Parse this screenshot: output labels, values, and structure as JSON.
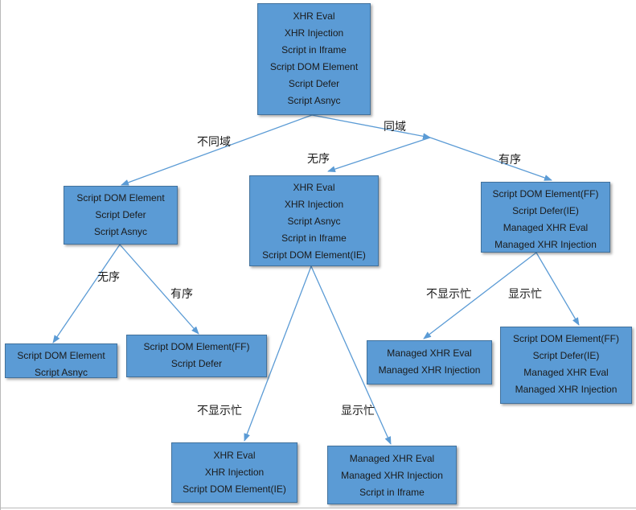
{
  "colors": {
    "node_fill": "#5b9bd5",
    "node_border": "#41719c",
    "edge": "#5b9bd5",
    "text": "#1a1a1a"
  },
  "nodes": {
    "root": {
      "lines": [
        "XHR Eval",
        "XHR Injection",
        "Script in Iframe",
        "Script DOM Element",
        "Script Defer",
        "Script Asnyc"
      ]
    },
    "cross_domain": {
      "lines": [
        "Script DOM Element",
        "Script Defer",
        "Script Asnyc"
      ]
    },
    "cross_unordered": {
      "lines": [
        "Script DOM Element",
        "Script Asnyc"
      ]
    },
    "cross_ordered": {
      "lines": [
        "Script DOM Element(FF)",
        "Script Defer"
      ]
    },
    "same_unordered": {
      "lines": [
        "XHR Eval",
        "XHR Injection",
        "Script Asnyc",
        "Script in Iframe",
        "Script DOM Element(IE)"
      ]
    },
    "same_unordered_nobusy": {
      "lines": [
        "XHR Eval",
        "XHR Injection",
        "Script DOM Element(IE)"
      ]
    },
    "same_unordered_busy": {
      "lines": [
        "Managed XHR Eval",
        "Managed XHR Injection",
        "Script in Iframe"
      ]
    },
    "same_ordered": {
      "lines": [
        "Script DOM Element(FF)",
        "Script Defer(IE)",
        "Managed XHR Eval",
        "Managed XHR Injection"
      ]
    },
    "same_ordered_nobusy": {
      "lines": [
        "Managed XHR Eval",
        "Managed XHR Injection"
      ]
    },
    "same_ordered_busy": {
      "lines": [
        "Script DOM Element(FF)",
        "Script Defer(IE)",
        "Managed XHR Eval",
        "Managed XHR Injection"
      ]
    }
  },
  "labels": {
    "cross_domain": "不同域",
    "same_domain": "同域",
    "cross_unordered": "无序",
    "cross_ordered": "有序",
    "same_unordered": "无序",
    "same_ordered": "有序",
    "same_unordered_nobusy": "不显示忙",
    "same_unordered_busy": "显示忙",
    "same_ordered_nobusy": "不显示忙",
    "same_ordered_busy": "显示忙"
  }
}
